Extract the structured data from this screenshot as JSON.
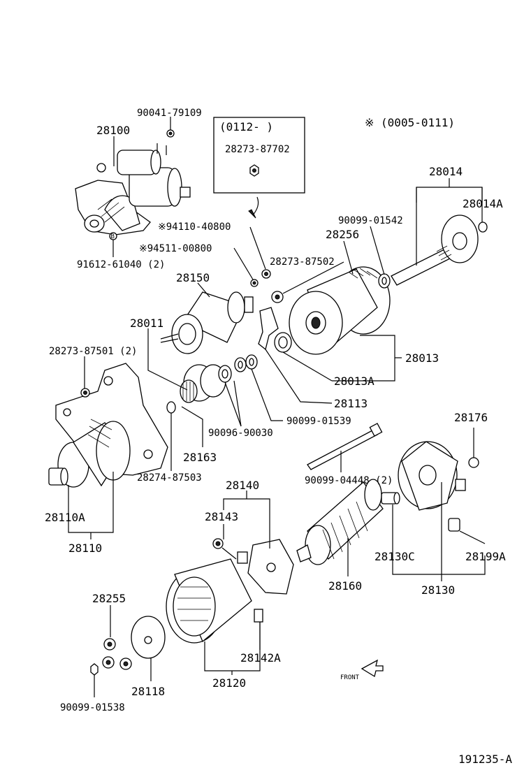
{
  "title_code": "191235-A",
  "legend": {
    "range_note": "※ (0005-0111)",
    "box_range": "(0112-      )",
    "box_part": "28273-87702"
  },
  "front_label": "FRONT",
  "labels": {
    "p90041_79109": "90041-79109",
    "p28100": "28100",
    "p91612_61040": "91612-61040 (2)",
    "p94110_40800": "※94110-40800",
    "p94511_00800": "※94511-00800",
    "p28273_87502": "28273-87502",
    "p28150": "28150",
    "p28011": "28011",
    "p28273_87501": "28273-87501 (2)",
    "p28014": "28014",
    "p28014A": "28014A",
    "p90099_01542": "90099-01542",
    "p28256": "28256",
    "p28013": "28013",
    "p28013A": "28013A",
    "p28113": "28113",
    "p90099_01539": "90099-01539",
    "p90096_90030": "90096-90030",
    "p28163": "28163",
    "p28274_87503": "28274-87503",
    "p28110A": "28110A",
    "p28110": "28110",
    "p28176": "28176",
    "p90099_04448": "90099-04448 (2)",
    "p28140": "28140",
    "p28143": "28143",
    "p28160": "28160",
    "p28130C": "28130C",
    "p28199A": "28199A",
    "p28130": "28130",
    "p28255": "28255",
    "p28142A": "28142A",
    "p28118": "28118",
    "p28120": "28120",
    "p90099_01538": "90099-01538",
    "marker_b": "B"
  }
}
